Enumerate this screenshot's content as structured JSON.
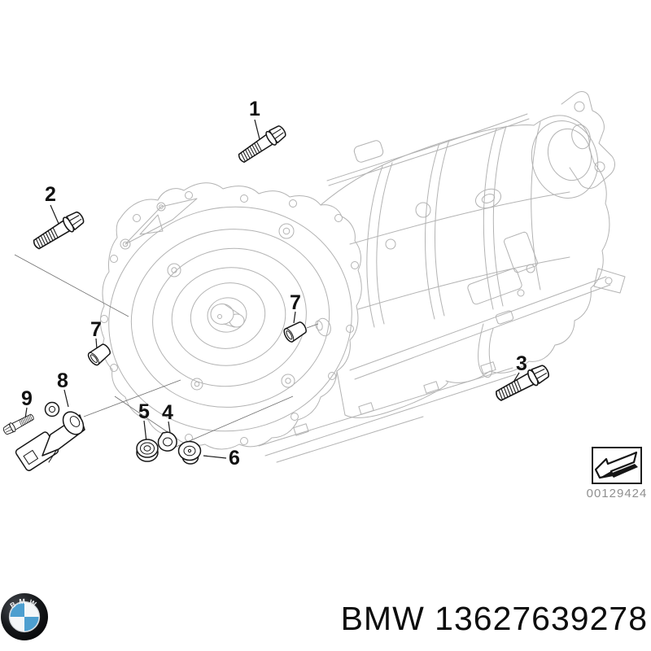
{
  "diagram": {
    "callouts": [
      {
        "id": "1",
        "label": "1"
      },
      {
        "id": "2",
        "label": "2"
      },
      {
        "id": "3",
        "label": "3"
      },
      {
        "id": "4",
        "label": "4"
      },
      {
        "id": "5",
        "label": "5"
      },
      {
        "id": "6",
        "label": "6"
      },
      {
        "id": "7a",
        "label": "7"
      },
      {
        "id": "7b",
        "label": "7"
      },
      {
        "id": "8",
        "label": "8"
      },
      {
        "id": "9",
        "label": "9"
      }
    ],
    "stamp": {
      "icon": "photo-arrow-icon",
      "code": "00129424"
    }
  },
  "footer": {
    "logo": {
      "icon": "bmw-roundel-logo",
      "letters": "BMW",
      "colors": {
        "ring": "#17191c",
        "blue": "#4d9fd0",
        "white": "#f4f7f9"
      }
    },
    "label": "BMW 13627639278"
  }
}
